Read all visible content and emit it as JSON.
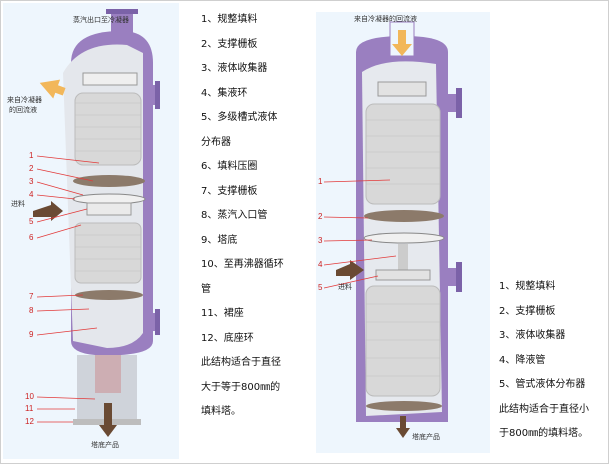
{
  "left_diagram": {
    "top_label": "蒸汽出口至冷凝器",
    "reflux_label_1": "来自冷凝器",
    "reflux_label_2": "的回流液",
    "feed_label": "进料",
    "bottom_label": "塔底产品",
    "callouts": [
      "1",
      "2",
      "3",
      "4",
      "5",
      "6",
      "7",
      "8",
      "9",
      "10",
      "11",
      "12"
    ]
  },
  "left_legend": [
    "1、规整填料",
    "2、支撑栅板",
    "3、液体收集器",
    "4、集液环",
    "5、多级槽式液体",
    "分布器",
    "6、填料压圈",
    "7、支撑栅板",
    "8、蒸汽入口管",
    "9、塔底",
    "10、至再沸器循环",
    "管",
    "11、裙座",
    "12、底座环",
    "此结构适合于直径",
    "大于等于800㎜的",
    "填料塔。"
  ],
  "right_diagram": {
    "top_label": "来自冷凝器的回流液",
    "feed_label": "进料",
    "bottom_label": "塔底产品",
    "callouts": [
      "1",
      "2",
      "3",
      "4",
      "5"
    ]
  },
  "right_legend": [
    "1、规整填料",
    "2、支撑栅板",
    "3、液体收集器",
    "4、降液管",
    "5、管式液体分布器",
    "此结构适合于直径小",
    "于800㎜的填料塔。"
  ],
  "colors": {
    "shell": "#9a7fc0",
    "shell_dark": "#7b62a8",
    "panel_bg": "#eef6fd",
    "packing": "#dcdcdc",
    "callout_line": "#e23a3a",
    "arrow_orange": "#f2b75a",
    "arrow_brown": "#6a4a33"
  }
}
